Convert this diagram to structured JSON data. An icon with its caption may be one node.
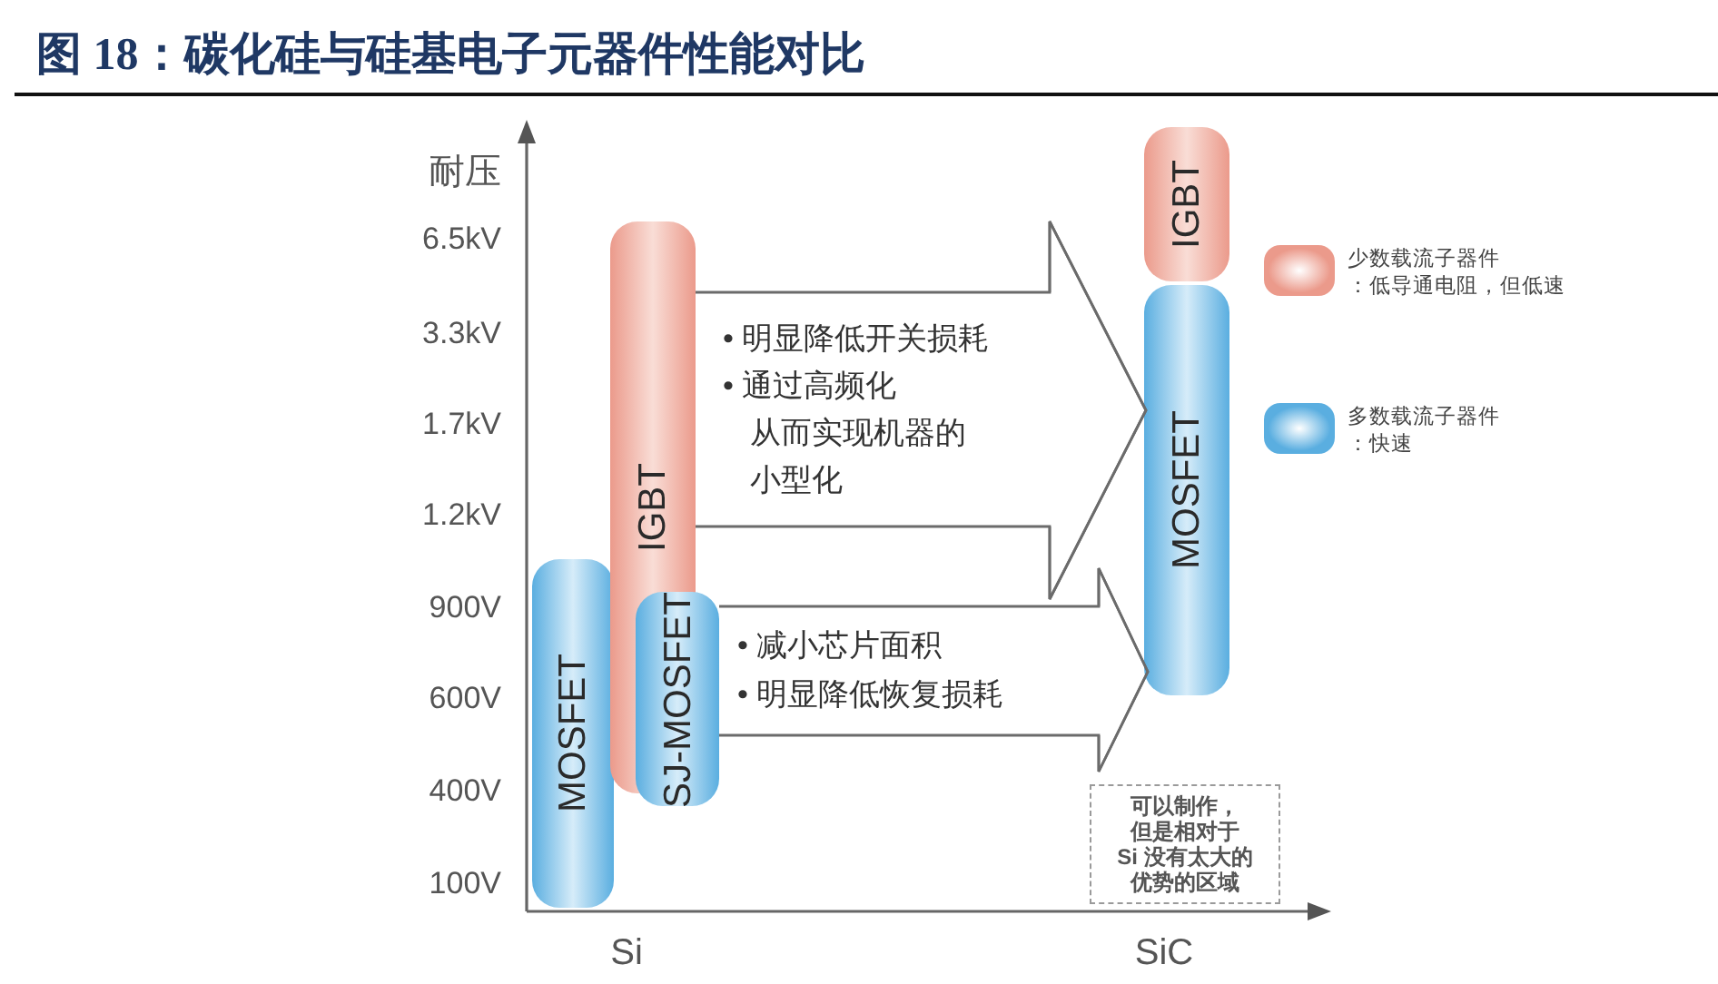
{
  "diagram": {
    "title": "图 18：碳化硅与硅基电子元器件性能对比",
    "nodes": [
      {
        "text": [
          "MOSFET"
        ]
      },
      {
        "text": [
          "SJ-MOSFET"
        ]
      },
      {
        "text": [
          "IGBT"
        ]
      },
      {
        "text": [
          "IGBT"
        ]
      },
      {
        "text": [
          "MOSFET"
        ]
      },
      {
        "text": [
          "可以制作，但是相对于Si 没有太大的优势的区域"
        ]
      }
    ],
    "edges": [
      {
        "from": 2,
        "to": 4,
        "arrow": "to",
        "label": "• 明显降低开关损耗 • 通过高频化从而实现机器的小型化"
      },
      {
        "from": 1,
        "to": 4,
        "arrow": "to",
        "label": "• 减小芯片面积 • 明显降低恢复损耗"
      }
    ],
    "labels": [
      "耐压",
      "6.5kV",
      "3.3kV",
      "1.7kV",
      "1.2kV",
      "900V",
      "600V",
      "400V",
      "100V",
      "Si",
      "SiC"
    ],
    "legend": [
      {
        "text": "少数载流子器件：低导通电阻，但低速",
        "color": "#eb9a8b"
      },
      {
        "text": "多数载流子器件：快速",
        "color": "#5aaee0"
      }
    ]
  }
}
